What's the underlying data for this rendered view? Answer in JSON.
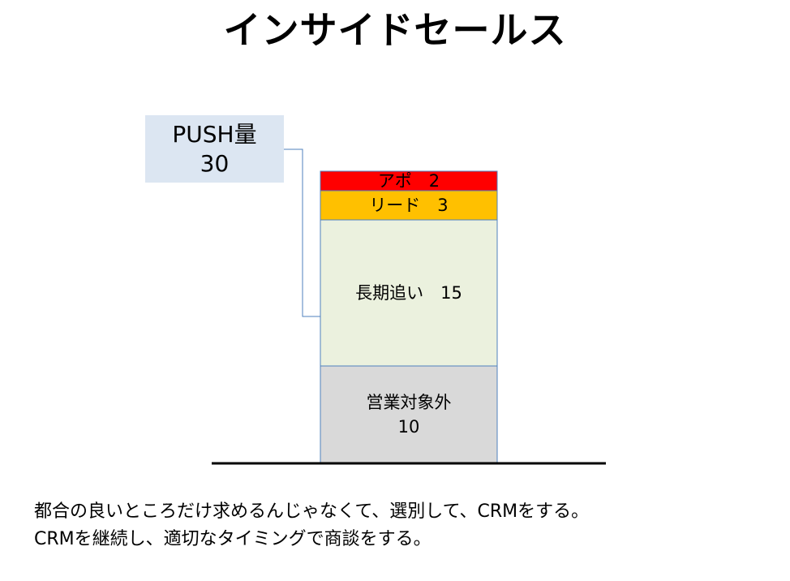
{
  "title": "インサイドセールス",
  "push": {
    "label": "PUSH量",
    "value": "30"
  },
  "chart_data": {
    "type": "bar",
    "stacked": true,
    "categories": [
      ""
    ],
    "series": [
      {
        "name": "営業対象外",
        "values": [
          10
        ],
        "label": "営業対象外\n10",
        "color": "#d9d9d9"
      },
      {
        "name": "長期追い",
        "values": [
          15
        ],
        "label": "長期追い　15",
        "color": "#ebf1de"
      },
      {
        "name": "リード",
        "values": [
          3
        ],
        "label": "リード　3",
        "color": "#ffc000"
      },
      {
        "name": "アポ",
        "values": [
          2
        ],
        "label": "アポ　2",
        "color": "#ff0000"
      }
    ],
    "total": 30,
    "title": "",
    "xlabel": "",
    "ylabel": "",
    "grid": false
  },
  "caption": {
    "line1": "都合の良いところだけ求めるんじゃなくて、選別して、CRMをする。",
    "line2": "CRMを継続し、適切なタイミングで商談をする。"
  }
}
